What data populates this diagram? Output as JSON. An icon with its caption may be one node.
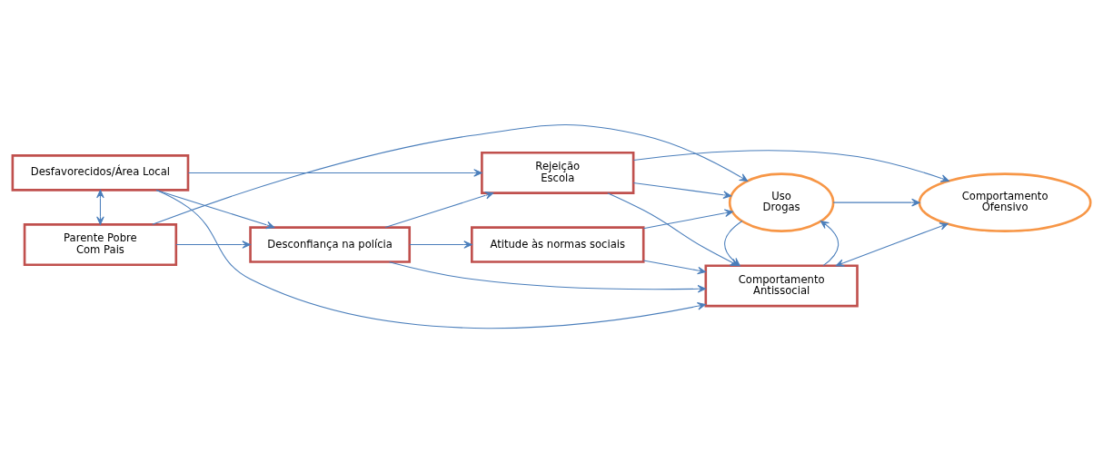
{
  "diagram": {
    "nodes": [
      {
        "text": [
          "Desfavorecidos/Área Local"
        ]
      },
      {
        "text": [
          "Comportamento",
          "Antissocial"
        ]
      },
      {
        "text": [
          "Rejeição",
          "Escola"
        ]
      },
      {
        "text": [
          "Desconfiança na polícia"
        ]
      },
      {
        "text": [
          "Comportamento",
          "Ofensivo"
        ]
      },
      {
        "text": [
          "Atitude às normas sociais"
        ]
      },
      {
        "text": [
          "Parente Pobre",
          "Com Pais"
        ]
      },
      {
        "text": [
          "Uso",
          "Drogas"
        ]
      }
    ],
    "edges": [
      {
        "from": 0,
        "to": 6,
        "arrow": "both"
      },
      {
        "from": 0,
        "to": 1,
        "arrow": "to"
      },
      {
        "from": 0,
        "to": 2,
        "arrow": "to"
      },
      {
        "from": 0,
        "to": 3,
        "arrow": "to"
      },
      {
        "from": 6,
        "to": 3,
        "arrow": "to"
      },
      {
        "from": 6,
        "to": 7,
        "arrow": "to"
      },
      {
        "from": 3,
        "to": 1,
        "arrow": "to"
      },
      {
        "from": 3,
        "to": 2,
        "arrow": "to"
      },
      {
        "from": 3,
        "to": 5,
        "arrow": "to"
      },
      {
        "from": 2,
        "to": 1,
        "arrow": "to"
      },
      {
        "from": 2,
        "to": 4,
        "arrow": "to"
      },
      {
        "from": 2,
        "to": 7,
        "arrow": "to"
      },
      {
        "from": 5,
        "to": 1,
        "arrow": "to"
      },
      {
        "from": 5,
        "to": 7,
        "arrow": "to"
      },
      {
        "from": 1,
        "to": 7,
        "arrow": "to"
      },
      {
        "from": 7,
        "to": 1,
        "arrow": "to"
      },
      {
        "from": 1,
        "to": 4,
        "arrow": "both"
      },
      {
        "from": 7,
        "to": 4,
        "arrow": "to"
      }
    ]
  }
}
